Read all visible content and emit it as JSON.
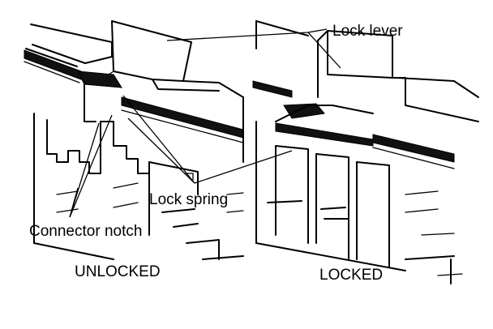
{
  "labels": {
    "lock_lever": "Lock lever",
    "lock_spring": "Lock spring",
    "connector_notch": "Connector notch",
    "unlocked": "UNLOCKED",
    "locked": "LOCKED"
  }
}
